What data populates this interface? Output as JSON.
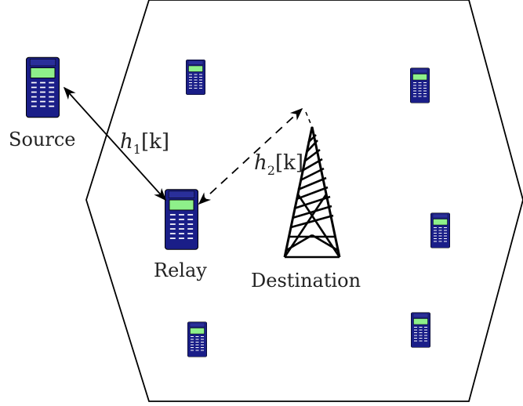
{
  "nodes": {
    "source": {
      "label": "Source"
    },
    "relay": {
      "label": "Relay"
    },
    "destination": {
      "label": "Destination"
    }
  },
  "links": {
    "h1": {
      "sym": "h",
      "sub": "1",
      "arg": "[k]",
      "style": "solid"
    },
    "h2": {
      "sym": "h",
      "sub": "2",
      "arg": "[k]",
      "style": "dashed"
    }
  },
  "colors": {
    "phone_body": "#1a1e88",
    "phone_screen": "#8ef08a",
    "phone_keys": "#ffffff",
    "outline": "#000000"
  },
  "icons": [
    "mobile-phone-icon",
    "cell-tower-icon"
  ]
}
